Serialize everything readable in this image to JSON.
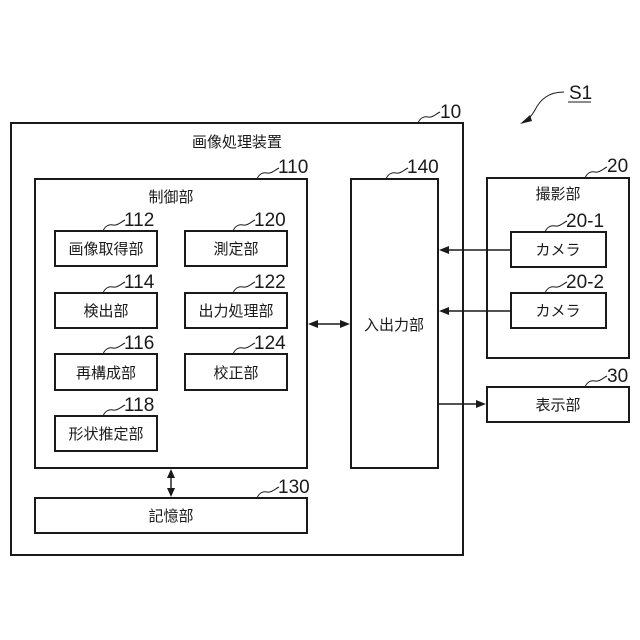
{
  "figure_label": "S1",
  "image_processing_device": {
    "label": "画像処理装置",
    "ref": "10"
  },
  "control_unit": {
    "label": "制御部",
    "ref": "110",
    "sub_units": [
      {
        "label": "画像取得部",
        "ref": "112"
      },
      {
        "label": "検出部",
        "ref": "114"
      },
      {
        "label": "再構成部",
        "ref": "116"
      },
      {
        "label": "形状推定部",
        "ref": "118"
      },
      {
        "label": "測定部",
        "ref": "120"
      },
      {
        "label": "出力処理部",
        "ref": "122"
      },
      {
        "label": "校正部",
        "ref": "124"
      }
    ]
  },
  "storage_unit": {
    "label": "記憶部",
    "ref": "130"
  },
  "io_unit": {
    "label": "入出力部",
    "ref": "140"
  },
  "imaging_unit": {
    "label": "撮影部",
    "ref": "20",
    "cameras": [
      {
        "label": "カメラ",
        "ref": "20-1"
      },
      {
        "label": "カメラ",
        "ref": "20-2"
      }
    ]
  },
  "display_unit": {
    "label": "表示部",
    "ref": "30"
  },
  "connections": [
    {
      "from": "control_unit",
      "to": "io_unit",
      "direction": "bidirectional"
    },
    {
      "from": "control_unit",
      "to": "storage_unit",
      "direction": "bidirectional"
    },
    {
      "from": "camera_20-1",
      "to": "io_unit",
      "direction": "one-way"
    },
    {
      "from": "camera_20-2",
      "to": "io_unit",
      "direction": "one-way"
    },
    {
      "from": "io_unit",
      "to": "display_unit",
      "direction": "one-way"
    }
  ]
}
